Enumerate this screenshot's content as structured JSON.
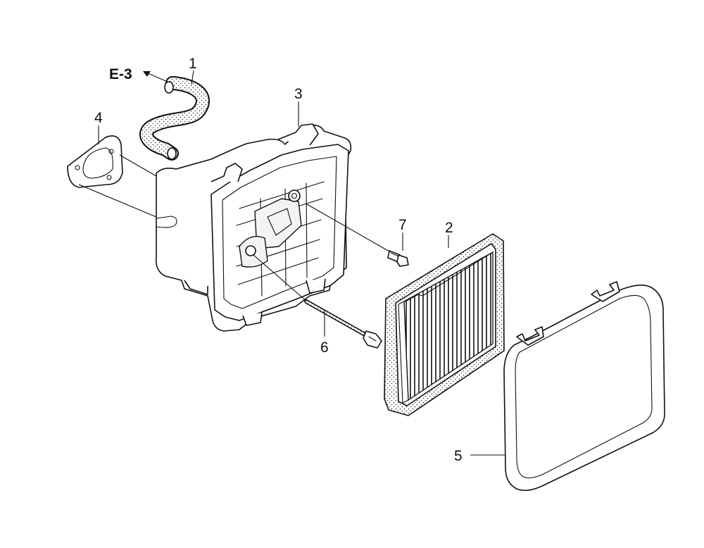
{
  "diagram": {
    "reference": "E-3",
    "callouts": {
      "hose": "1",
      "air_filter": "2",
      "case": "3",
      "gasket": "4",
      "cover": "5",
      "bolt": "6",
      "screw": "7"
    }
  }
}
